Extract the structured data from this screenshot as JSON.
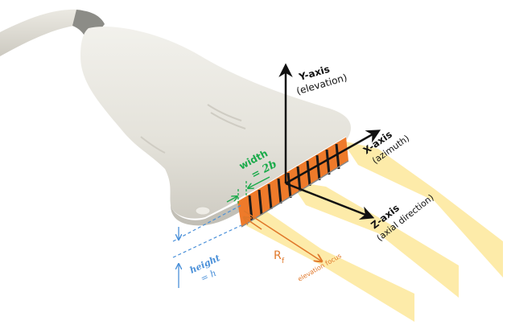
{
  "figure": {
    "subject": "Linear array ultrasound transducer probe",
    "colors": {
      "probe_body": "#e6e4dd",
      "probe_shadow": "#c9c6bd",
      "cable": "#dedbd3",
      "cable_collar": "#8c8c87",
      "element_orange": "#ee7a2a",
      "element_black": "#1a1a1a",
      "beam_yellow": "#fde9a0",
      "axis_black": "#111111",
      "width_green": "#1aaa4a",
      "height_blue": "#4a90d9",
      "focus_orange": "#e0782a"
    }
  },
  "axes": {
    "y": {
      "title": "Y-axis",
      "subtitle": "(elevation)"
    },
    "x": {
      "title": "X-axis",
      "subtitle": "(azimuth)"
    },
    "z": {
      "title": "Z-axis",
      "subtitle": "(axial direction)"
    }
  },
  "dimensions": {
    "width": {
      "label": "width",
      "value": "= 2b"
    },
    "height": {
      "label": "height",
      "value": "= h"
    }
  },
  "focus": {
    "radius_label": "R",
    "radius_subscript": "f",
    "label": "elevation focus"
  }
}
